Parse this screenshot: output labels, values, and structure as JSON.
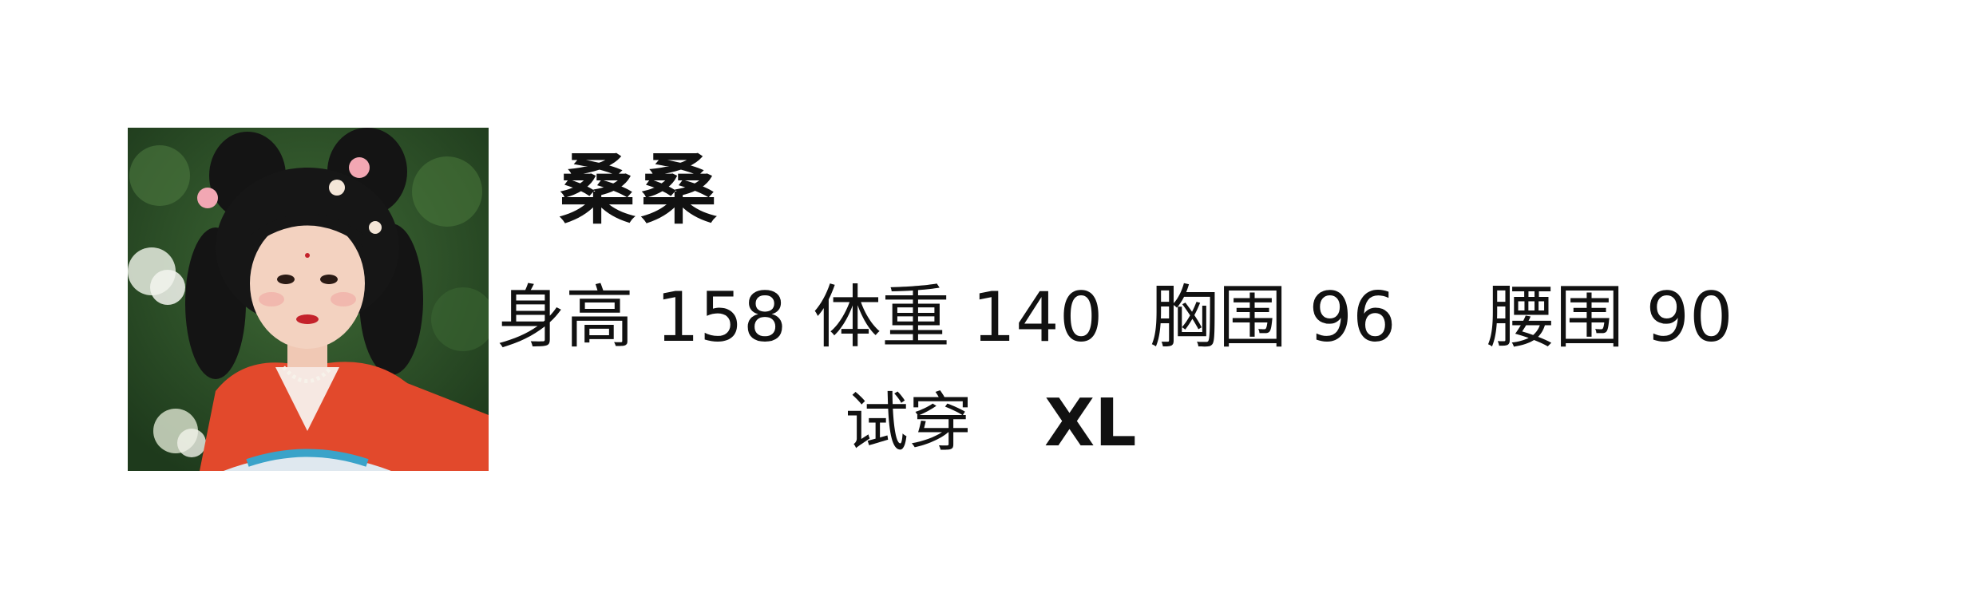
{
  "model": {
    "name": "桑桑",
    "photo_icon": "model-portrait-image"
  },
  "stats": {
    "height_label": "身高",
    "height_value": "158",
    "weight_label": "体重",
    "weight_value": "140",
    "bust_label": "胸围",
    "bust_value": "96",
    "waist_label": "腰围",
    "waist_value": "90"
  },
  "tryon": {
    "label": "试穿",
    "size": "XL"
  },
  "colors": {
    "background": "#ffffff",
    "text": "#111111",
    "foliage": "#2d4b2a",
    "dress": "#e2492c"
  }
}
